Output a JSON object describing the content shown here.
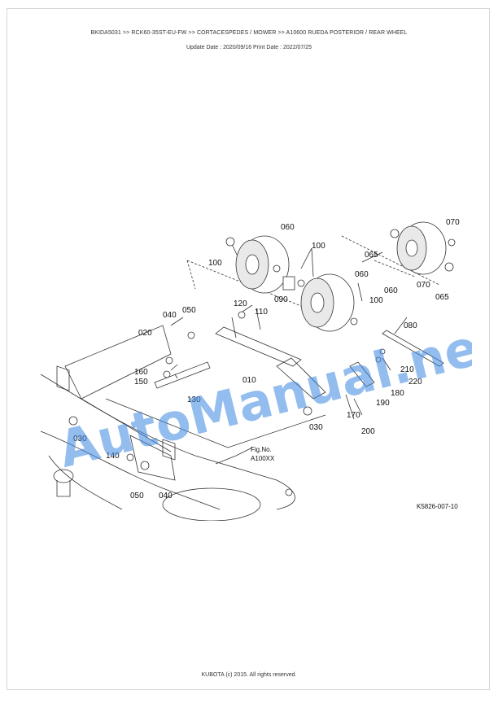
{
  "header": {
    "breadcrumb": "BKIDA5031 >> RCK60-35ST-EU-FW >> CORTACESPEDES / MOWER >> A10600   RUEDA POSTERIOR / REAR WHEEL",
    "dates": "Update Date : 2020/09/16   Print Date : 2022/07/25"
  },
  "diagram": {
    "callouts": {
      "c060a": "060",
      "c070a": "070",
      "c100a": "100",
      "c100b": "100",
      "c065a": "065",
      "c060b": "060",
      "c090": "090",
      "c060c": "060",
      "c070b": "070",
      "c100c": "100",
      "c065b": "065",
      "c080": "080",
      "c120": "120",
      "c110": "110",
      "c040a": "040",
      "c050a": "050",
      "c020": "020",
      "c010": "010",
      "c160": "160",
      "c150": "150",
      "c130": "130",
      "c210": "210",
      "c220": "220",
      "c180": "180",
      "c190": "190",
      "c170": "170",
      "c030a": "030",
      "c030b": "030",
      "c200": "200",
      "c140": "140",
      "c050b": "050",
      "c040b": "040"
    },
    "fig_ref_line1": "Fig.No.",
    "fig_ref_line2": "A100XX",
    "drawing_id": "K5826-007-10"
  },
  "watermark": "AutoManual.net",
  "footer": "KUBOTA (c) 2015. All rights reserved."
}
